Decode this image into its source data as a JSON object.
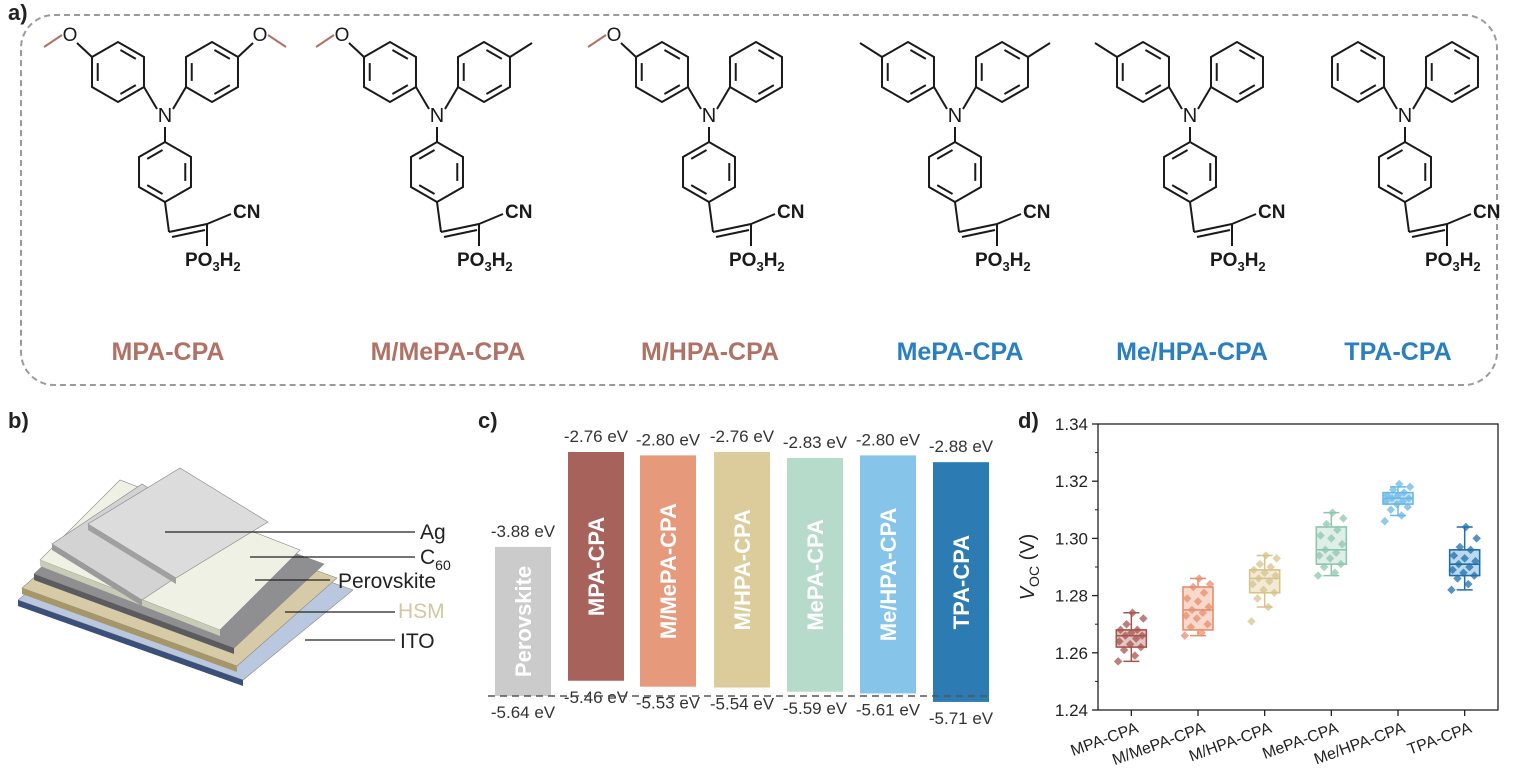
{
  "panels": {
    "a": "a)",
    "b": "b)",
    "c": "c)",
    "d": "d)"
  },
  "colors": {
    "methoxy": "#b07264",
    "methyl_family": "#2a7fc1",
    "bond": "#1a1a1a"
  },
  "molecules": [
    {
      "name": "MPA-CPA",
      "left": "methoxy",
      "right": "methoxy",
      "name_color": "#b07264"
    },
    {
      "name": "M/MePA-CPA",
      "left": "methoxy",
      "right": "methyl",
      "name_color": "#b07264"
    },
    {
      "name": "M/HPA-CPA",
      "left": "methoxy",
      "right": "none",
      "name_color": "#b07264"
    },
    {
      "name": "MePA-CPA",
      "left": "methyl",
      "right": "methyl",
      "name_color": "#2a7fc1"
    },
    {
      "name": "Me/HPA-CPA",
      "left": "methyl",
      "right": "none",
      "name_color": "#2a7fc1"
    },
    {
      "name": "TPA-CPA",
      "left": "none",
      "right": "none",
      "name_color": "#2a7fc1"
    }
  ],
  "atom_labels": {
    "n": "N",
    "cn": "CN",
    "po3h2_a": "PO",
    "po3h2_sub3": "3",
    "po3h2_h": "H",
    "po3h2_sub2": "2"
  },
  "device_layers": [
    {
      "name": "Ag",
      "sub": "",
      "color": "#222222"
    },
    {
      "name": "C",
      "sub": "60",
      "color": "#222222"
    },
    {
      "name": "Perovskite",
      "sub": "",
      "color": "#222222"
    },
    {
      "name": "HSM",
      "sub": "",
      "color": "#d2c7a0"
    },
    {
      "name": "ITO",
      "sub": "",
      "color": "#222222"
    }
  ],
  "energy_diagram": {
    "ymin": -6.0,
    "ymax": -2.3,
    "reference_level": -5.64,
    "bars": [
      {
        "name": "Perovskite",
        "lumo": -3.88,
        "homo": -5.64,
        "lumo_label": "-3.88 eV",
        "homo_label": "-5.64 eV",
        "color": "#cbcbcb"
      },
      {
        "name": "MPA-CPA",
        "lumo": -2.76,
        "homo": -5.46,
        "lumo_label": "-2.76 eV",
        "homo_label": "-5.46 eV",
        "color": "#a8625c"
      },
      {
        "name": "M/MePA-CPA",
        "lumo": -2.8,
        "homo": -5.53,
        "lumo_label": "-2.80 eV",
        "homo_label": "-5.53 eV",
        "color": "#e69a7b"
      },
      {
        "name": "M/HPA-CPA",
        "lumo": -2.76,
        "homo": -5.54,
        "lumo_label": "-2.76 eV",
        "homo_label": "-5.54 eV",
        "color": "#dccb9b"
      },
      {
        "name": "MePA-CPA",
        "lumo": -2.83,
        "homo": -5.59,
        "lumo_label": "-2.83 eV",
        "homo_label": "-5.59 eV",
        "color": "#b6dbcb"
      },
      {
        "name": "Me/HPA-CPA",
        "lumo": -2.8,
        "homo": -5.61,
        "lumo_label": "-2.80 eV",
        "homo_label": "-5.61 eV",
        "color": "#86c5e9"
      },
      {
        "name": "TPA-CPA",
        "lumo": -2.88,
        "homo": -5.71,
        "lumo_label": "-2.88 eV",
        "homo_label": "-5.71 eV",
        "color": "#2c7cb3"
      }
    ]
  },
  "chart_data": {
    "type": "box",
    "ylabel_symbol": "V",
    "ylabel_sub": "OC",
    "ylabel_unit": " (V)",
    "ylim": [
      1.24,
      1.34
    ],
    "yticks": [
      1.24,
      1.26,
      1.28,
      1.3,
      1.32,
      1.34
    ],
    "ytick_labels": [
      "1.24",
      "1.26",
      "1.28",
      "1.30",
      "1.32",
      "1.34"
    ],
    "categories": [
      "MPA-CPA",
      "M/MePA-CPA",
      "M/HPA-CPA",
      "MePA-CPA",
      "Me/HPA-CPA",
      "TPA-CPA"
    ],
    "series": [
      {
        "color": "#a8544e",
        "fill": "#e3c7c4",
        "q1": 1.262,
        "median": 1.266,
        "q3": 1.268,
        "whisker_low": 1.257,
        "whisker_high": 1.274,
        "points": [
          1.257,
          1.259,
          1.261,
          1.262,
          1.263,
          1.264,
          1.265,
          1.266,
          1.266,
          1.267,
          1.268,
          1.268,
          1.27,
          1.272,
          1.274
        ]
      },
      {
        "color": "#e88d6d",
        "fill": "#f8d9cc",
        "q1": 1.268,
        "median": 1.275,
        "q3": 1.283,
        "whisker_low": 1.266,
        "whisker_high": 1.286,
        "points": [
          1.266,
          1.267,
          1.269,
          1.27,
          1.272,
          1.273,
          1.274,
          1.275,
          1.276,
          1.278,
          1.279,
          1.281,
          1.283,
          1.284,
          1.286
        ]
      },
      {
        "color": "#d8c28c",
        "fill": "#f2ead4",
        "q1": 1.281,
        "median": 1.286,
        "q3": 1.289,
        "whisker_low": 1.276,
        "whisker_high": 1.294,
        "points": [
          1.271,
          1.276,
          1.279,
          1.281,
          1.282,
          1.284,
          1.285,
          1.286,
          1.287,
          1.288,
          1.289,
          1.29,
          1.291,
          1.293,
          1.294
        ]
      },
      {
        "color": "#8ec5af",
        "fill": "#deefe7",
        "q1": 1.291,
        "median": 1.296,
        "q3": 1.304,
        "whisker_low": 1.287,
        "whisker_high": 1.309,
        "points": [
          1.287,
          1.288,
          1.29,
          1.291,
          1.293,
          1.294,
          1.295,
          1.296,
          1.298,
          1.3,
          1.301,
          1.303,
          1.305,
          1.307,
          1.309
        ]
      },
      {
        "color": "#6ab8e6",
        "fill": "#cde8f7",
        "q1": 1.312,
        "median": 1.314,
        "q3": 1.316,
        "whisker_low": 1.308,
        "whisker_high": 1.318,
        "points": [
          1.306,
          1.308,
          1.31,
          1.311,
          1.312,
          1.313,
          1.313,
          1.314,
          1.314,
          1.315,
          1.315,
          1.316,
          1.317,
          1.318,
          1.319
        ]
      },
      {
        "color": "#1f6fab",
        "fill": "#bcd9ee",
        "q1": 1.287,
        "median": 1.291,
        "q3": 1.296,
        "whisker_low": 1.282,
        "whisker_high": 1.304,
        "points": [
          1.282,
          1.284,
          1.286,
          1.287,
          1.288,
          1.289,
          1.29,
          1.291,
          1.292,
          1.293,
          1.294,
          1.296,
          1.297,
          1.3,
          1.304
        ]
      }
    ]
  }
}
